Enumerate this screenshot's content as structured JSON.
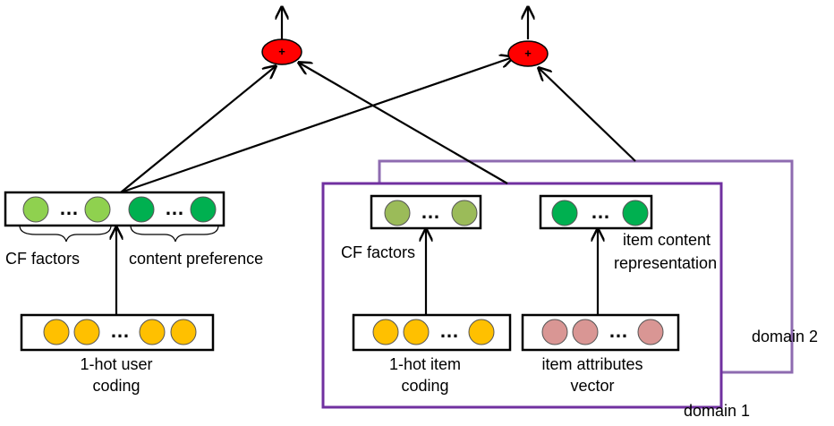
{
  "labels": {
    "cf_factors_left": "CF factors",
    "content_preference": "content preference",
    "user_coding_line1": "1-hot user",
    "user_coding_line2": "coding",
    "cf_factors_right": "CF factors",
    "item_content_line1": "item content",
    "item_content_line2": "representation",
    "item_coding_line1": "1-hot item",
    "item_coding_line2": "coding",
    "item_attr_line1": "item attributes",
    "item_attr_line2": "vector",
    "domain1": "domain 1",
    "domain2": "domain 2",
    "plus_symbol": "+",
    "ellipsis": "…"
  },
  "colors": {
    "light_green": "#8fd14f",
    "dark_green": "#00b050",
    "olive_green": "#9bbb59",
    "orange": "#ffc000",
    "pink": "#d99694",
    "red": "#ff0000",
    "purple": "#7030a0",
    "light_purple": "#8e6bb0"
  }
}
